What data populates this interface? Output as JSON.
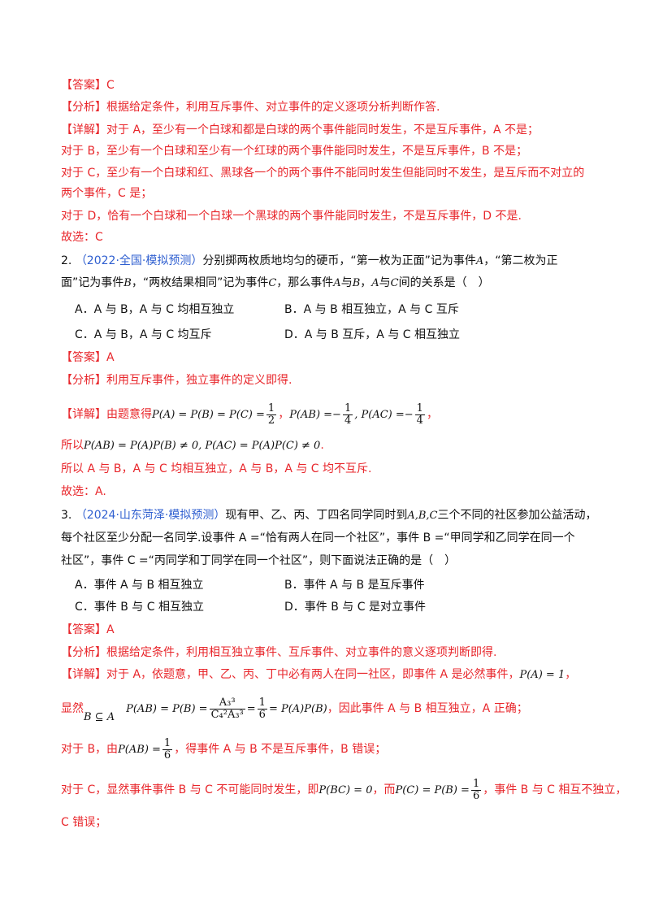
{
  "q1": {
    "answer": "【答案】C",
    "analysis": "【分析】根据给定条件，利用互斥事件、对立事件的定义逐项分析判断作答.",
    "detail_1": "【详解】对于 A，至少有一个白球和都是白球的两个事件能同时发生，不是互斥事件，A 不是；",
    "detail_2": "对于 B，至少有一个白球和至少有一个红球的两个事件能同时发生，不是互斥事件，B 不是；",
    "detail_3a": "对于 C，至少有一个白球和红、黑球各一个的两个事件不能同时发生但能同时不发生，是互斥而不对立的",
    "detail_3b": "两个事件，C 是；",
    "detail_4": "对于 D，恰有一个白球和一个白球一个黑球的两个事件能同时发生，不是互斥事件，D 不是.",
    "choice": "故选：C"
  },
  "q2": {
    "number": "2.",
    "source": "（2022·全国·模拟预测）",
    "stem_1a": "分别掷两枚质地均匀的硬币，“第一枚为正面”记为事件",
    "stem_1b": "，“第二枚为正",
    "stem_2a": "面”记为事件",
    "stem_2b": "，“两枚结果相同”记为事件",
    "stem_2c": "，那么事件",
    "stem_2d": "与",
    "stem_2e": "，",
    "stem_2f": "与",
    "stem_2g": "间的关系是（　）",
    "opt_a": "A．A 与 B，A 与 C 均相互独立",
    "opt_b": "B．A 与 B 相互独立，A 与 C 互斥",
    "opt_c": "C．A 与 B，A 与 C 均互斥",
    "opt_d": "D．A 与 B 互斥，A 与 C 相互独立",
    "answer": "【答案】A",
    "analysis": "【分析】利用互斥事件，独立事件的定义即得.",
    "detail_label": "【详解】由题意得",
    "detail_eq1": "P(A) = P(B) = P(C) =",
    "detail_eq2": "P(AB) =",
    "detail_eq3": ", P(AC) =",
    "so_1": "所以",
    "so_1_eq": "P(AB) = P(A)P(B) ≠ 0, P(AC) = P(A)P(C) ≠ 0",
    "so_2": "所以 A 与 B，A 与 C 均相互独立，A 与 B，A 与 C 均不互斥.",
    "choice": "故选：A."
  },
  "q3": {
    "number": "3.",
    "source": "（2024·山东菏泽·模拟预测）",
    "stem_1a": "现有甲、乙、丙、丁四名同学同时到",
    "stem_1b": "三个不同的社区参加公益活动，",
    "stem_2": "每个社区至少分配一名同学.设事件 A =“恰有两人在同一个社区”，事件 B =“甲同学和乙同学在同一个",
    "stem_3": "社区”，事件 C =“丙同学和丁同学在同一个社区”，则下面说法正确的是（　）",
    "opt_a": "A．事件 A 与 B 相互独立",
    "opt_b": "B．事件 A 与 B 是互斥事件",
    "opt_c": "C．事件 B 与 C 相互独立",
    "opt_d": "D．事件 B 与 C 是对立事件",
    "answer": "【答案】A",
    "analysis": "【分析】根据给定条件，利用相互独立事件、互斥事件、对立事件的意义逐项判断即得.",
    "detail_1": "【详解】对于 A，依题意，甲、乙、丙、丁中必有两人在同一社区，即事件 A 是必然事件，",
    "detail_1_eq": "P(A) = 1",
    "detail_2_label": "显然",
    "detail_2_sub": "B ⊆ A",
    "detail_2_eq": "P(AB) = P(B) =",
    "detail_2_eq_tail": "= P(A)P(B)",
    "detail_2_tail": "，因此事件 A 与 B 相互独立，A 正确；",
    "detail_3a": "对于 B，由",
    "detail_3_eq": "P(AB) =",
    "detail_3b": "，得事件 A 与 B 不是互斥事件，B 错误；",
    "detail_4a": "对于 C，显然事件事件 B 与 C 不可能同时发生，即",
    "detail_4_eq": "P(BC) = 0",
    "detail_4b": "，而",
    "detail_4_eq2": "P(C) = P(B) =",
    "detail_4c": "，事件 B 与 C 相互不独立，",
    "detail_5": "C 错误；"
  },
  "frac_half": {
    "n": "1",
    "d": "2"
  },
  "frac_quarter": {
    "n": "1",
    "d": "4"
  },
  "frac_sixth": {
    "n": "1",
    "d": "6"
  },
  "frac_perm": {
    "n": "A₃³",
    "d": "C₄²A₃³"
  },
  "sym": {
    "A": "A",
    "B": "B",
    "C": "C",
    "ABC": "A,B,C",
    "minus": "−"
  },
  "colors": {
    "answer_red": "#e8262b",
    "source_blue": "#2f5fd0"
  }
}
